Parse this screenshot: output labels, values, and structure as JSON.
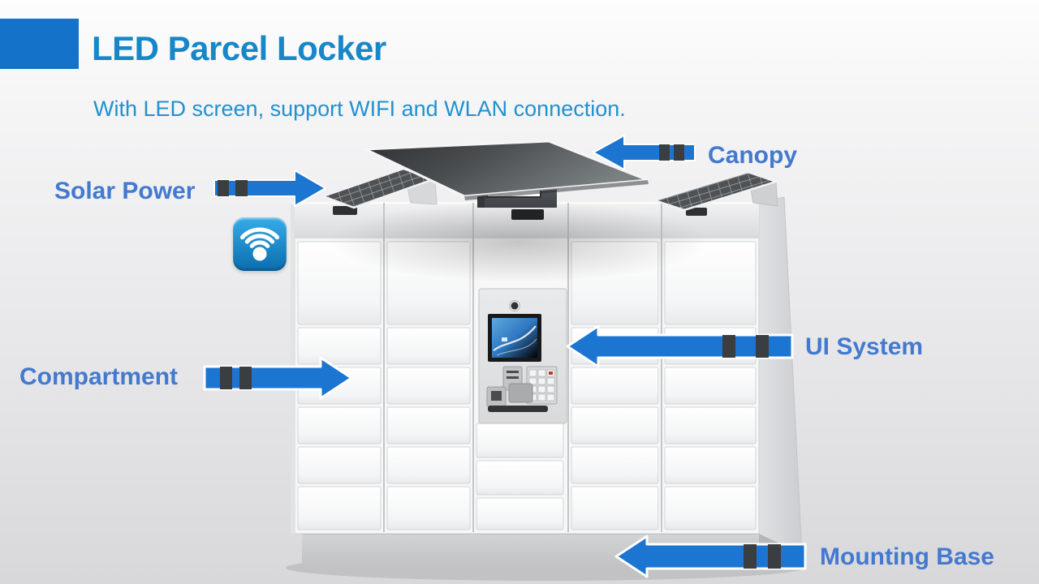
{
  "slide": {
    "title": "LED Parcel Locker",
    "subtitle": "With LED screen, support WIFI and WLAN connection.",
    "colors": {
      "accent": "#1473c8",
      "title": "#1787c8",
      "subtitle": "#2191cf",
      "label": "#4379cf",
      "arrow": "#1c75d0",
      "stripe": "#3b3e40",
      "wifi-top": "#35ace8",
      "wifi-bottom": "#0b6dae"
    }
  },
  "callouts": [
    {
      "id": "canopy",
      "label": "Canopy",
      "arrow_direction": "left"
    },
    {
      "id": "solar-power",
      "label": "Solar Power",
      "arrow_direction": "right"
    },
    {
      "id": "ui-system",
      "label": "UI System",
      "arrow_direction": "left"
    },
    {
      "id": "compartment",
      "label": "Compartment",
      "arrow_direction": "right"
    },
    {
      "id": "mounting-base",
      "label": "Mounting Base",
      "arrow_direction": "left"
    }
  ],
  "illustration_alt": "White smart parcel locker with rooftop canopy, two solar panels, central touchscreen kiosk, compartment doors and gray mounting base"
}
